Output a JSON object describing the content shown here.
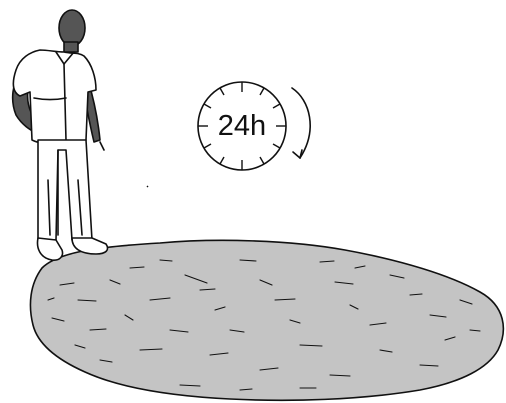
{
  "illustration": {
    "timer_label": "24h",
    "colors": {
      "line": "#111111",
      "skin": "#555555",
      "ground_fill": "#c4c4c4",
      "background": "#ffffff"
    },
    "icons": [
      "person-figure",
      "clock-icon",
      "rotation-arrow-icon",
      "ground-patch"
    ]
  }
}
